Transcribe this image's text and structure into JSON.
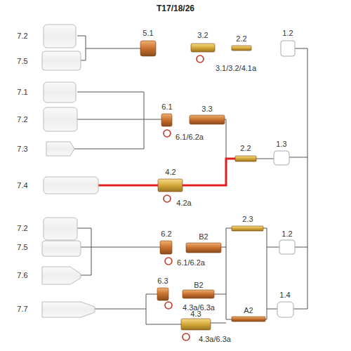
{
  "diagram": {
    "title": "T17/18/26",
    "labels": [
      "7.2",
      "7.5",
      "5.1",
      "3.2",
      "3.1/3.2/4.1a",
      "2.2",
      "1.2",
      "7.1",
      "7.2",
      "7.3",
      "6.1",
      "6.1/6.2a",
      "3.3",
      "2.2",
      "1.3",
      "7.4",
      "4.2",
      "4.2a",
      "7.2",
      "7.5",
      "7.6",
      "6.2",
      "6.1/6.2a",
      "B2",
      "2.3",
      "1.2",
      "6.3",
      "4.3a/6.3a",
      "B2",
      "7.7",
      "4.3",
      "4.3a/6.3a",
      "A2",
      "1.4"
    ]
  }
}
